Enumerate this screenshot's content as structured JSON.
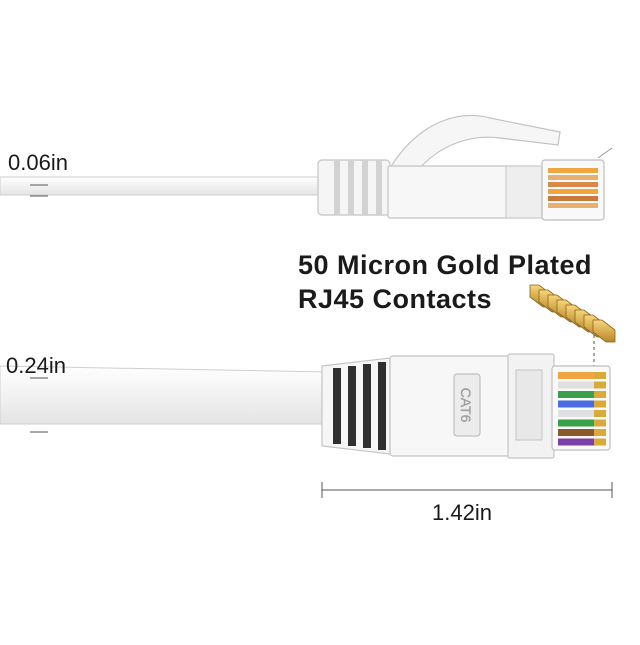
{
  "thin_cable": {
    "thickness_label": "0.06in"
  },
  "thick_cable": {
    "thickness_label": "0.24in",
    "plug_marking": "CAT6",
    "length_label": "1.42in"
  },
  "contacts_caption": {
    "line1": "50 Micron Gold Plated",
    "line2": "RJ45 Contacts"
  },
  "colors": {
    "jacket": "#f4f4f4",
    "jacket_edge": "#c9c9c9",
    "boot_grooves": "#2f2f2f",
    "gold": "#d9a93a",
    "wire_colors": [
      "#f0a640",
      "#e0e0e0",
      "#3aa04a",
      "#4a6ee0",
      "#e0e0e0",
      "#3aa04a",
      "#8b5a2b",
      "#7b3fa8"
    ]
  }
}
